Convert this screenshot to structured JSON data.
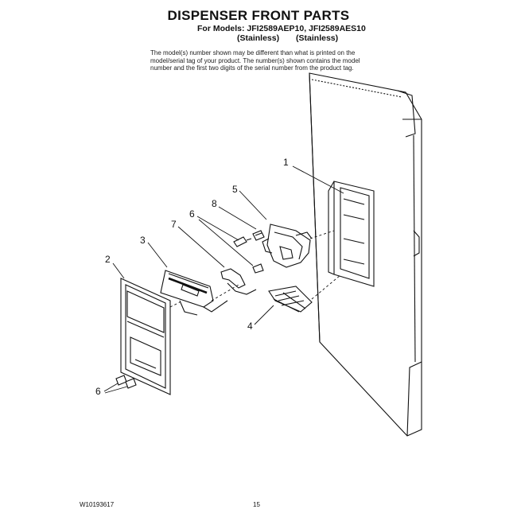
{
  "title": "DISPENSER FRONT PARTS",
  "models_line": "For Models: JFI2589AEP10, JFI2589AES10",
  "finishes": [
    "(Stainless)",
    "(Stainless)"
  ],
  "note": "The model(s) number shown may be different than what is printed on the model/serial tag of your product. The number(s) shown contains the model number and the first two digits of the serial number from the product tag.",
  "callouts": {
    "c1": "1",
    "c2": "2",
    "c3": "3",
    "c4": "4",
    "c5": "5",
    "c6a": "6",
    "c6b": "6",
    "c7": "7",
    "c8": "8"
  },
  "footer": {
    "doc_number": "W10193617",
    "page": "15"
  }
}
